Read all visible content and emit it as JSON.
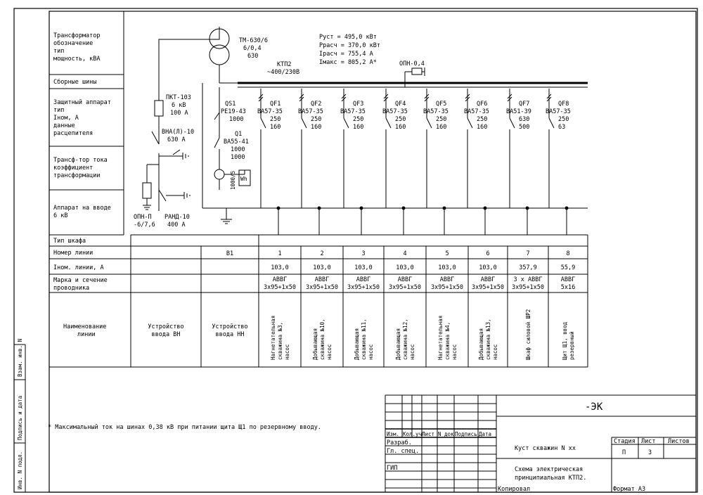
{
  "left_labels": {
    "transformer": [
      "Трансформатор",
      "обозначение",
      "тип",
      "мощность, кВА"
    ],
    "busbars": [
      "Сборные шины"
    ],
    "protection": [
      "Защитный аппарат",
      "тип",
      "Iном, А",
      "данные",
      "расцепителя"
    ],
    "ct": [
      "Трансф-тор тока",
      "коэффициент",
      "трансформации"
    ],
    "input_device": [
      "Аппарат на вводе",
      "6 кВ"
    ]
  },
  "hv_side": {
    "transformer": [
      "ТМ-630/6",
      "6/0,4",
      "630"
    ],
    "fuse": [
      "ПКТ-103",
      "6 кВ",
      "100 А"
    ],
    "switch": [
      "ВНА(Л)-10",
      "630 А"
    ],
    "arrester": [
      "ОПН-П",
      "-6/7,6"
    ],
    "disconnector": [
      "РАНД-10",
      "400 А"
    ]
  },
  "ktp": [
    "КТП2",
    "~400/230В"
  ],
  "power": [
    "Руст = 495,0 кВт",
    "Ррасч = 370,0 кВт",
    "Iрасч = 755,4 А",
    "Iмакс = 805,2 А*"
  ],
  "lv_arrester": "ОПН-0,4",
  "input_breakers": {
    "qs1": [
      "QS1",
      "РЕ19-43",
      "1000"
    ],
    "q1": [
      "Q1",
      "ВА55-41",
      "1000",
      "1000"
    ],
    "ct_ratio": "1000/5",
    "meter": "Wh"
  },
  "feeders": [
    {
      "name": "QF1",
      "type": "ВА57-35",
      "inom": "250",
      "release": "160"
    },
    {
      "name": "QF2",
      "type": "ВА57-35",
      "inom": "250",
      "release": "160"
    },
    {
      "name": "QF3",
      "type": "ВА57-35",
      "inom": "250",
      "release": "160"
    },
    {
      "name": "QF4",
      "type": "ВА57-35",
      "inom": "250",
      "release": "160"
    },
    {
      "name": "QF5",
      "type": "ВА57-35",
      "inom": "250",
      "release": "160"
    },
    {
      "name": "QF6",
      "type": "ВА57-35",
      "inom": "250",
      "release": "160"
    },
    {
      "name": "QF7",
      "type": "ВА51-39",
      "inom": "630",
      "release": "500"
    },
    {
      "name": "QF8",
      "type": "ВА57-35",
      "inom": "250",
      "release": "63"
    }
  ],
  "table": {
    "row_labels": [
      "Тип шкафа",
      "Номер линии",
      "Iном. линии, А",
      [
        "Марка и сечение",
        "проводника"
      ],
      [
        "Наименование",
        "линии"
      ]
    ],
    "columns": [
      {
        "number": "",
        "current": "",
        "cable": [],
        "name": [
          "Устройство",
          "ввода ВН"
        ],
        "vertical": false
      },
      {
        "number": "В1",
        "current": "",
        "cable": [],
        "name": [
          "Устройство",
          "ввода НН"
        ],
        "vertical": false
      },
      {
        "number": "1",
        "current": "103,0",
        "cable": [
          "АВВГ",
          "3х95+1х50"
        ],
        "name": [
          "Нагнетательная",
          "скважина №3,",
          "насос"
        ],
        "vertical": true
      },
      {
        "number": "2",
        "current": "103,0",
        "cable": [
          "АВВГ",
          "3х95+1х50"
        ],
        "name": [
          "Добывающая",
          "скважина №10,",
          "насос"
        ],
        "vertical": true
      },
      {
        "number": "3",
        "current": "103,0",
        "cable": [
          "АВВГ",
          "3х95+1х50"
        ],
        "name": [
          "Добывающая",
          "скважина №11,",
          "насос"
        ],
        "vertical": true
      },
      {
        "number": "4",
        "current": "103,0",
        "cable": [
          "АВВГ",
          "3х95+1х50"
        ],
        "name": [
          "Добывающая",
          "скважина №12,",
          "насос"
        ],
        "vertical": true
      },
      {
        "number": "5",
        "current": "103,0",
        "cable": [
          "АВВГ",
          "3х95+1х50"
        ],
        "name": [
          "Нагнетательная",
          "скважина №4,",
          "насос"
        ],
        "vertical": true
      },
      {
        "number": "6",
        "current": "103,0",
        "cable": [
          "АВВГ",
          "3х95+1х50"
        ],
        "name": [
          "Добывающая",
          "скважина №13,",
          "насос"
        ],
        "vertical": true
      },
      {
        "number": "7",
        "current": "357,9",
        "cable": [
          "3 х АВВГ",
          "3х95+1х50"
        ],
        "name": [
          "Шкаф силовой ШР2"
        ],
        "vertical": true
      },
      {
        "number": "8",
        "current": "55,9",
        "cable": [
          "АВВГ",
          "5х16"
        ],
        "name": [
          "Щит Щ1, ввод",
          "резервный"
        ],
        "vertical": true
      }
    ]
  },
  "footnote": "* Максимальный ток на шинах 0,38 кВ при питании щита Щ1 по резервному вводу.",
  "stamp": {
    "code": "-ЭК",
    "header_cells": [
      "Изм.",
      "Кол.уч",
      "Лист",
      "N док.",
      "Подпись",
      "Дата"
    ],
    "roles": [
      "Разраб.",
      "Гл. спец.",
      "",
      "ГИП"
    ],
    "project": "Куст скважин N xx",
    "sheet_title": [
      "Схема электрическая",
      "принципиальная КТП2."
    ],
    "stage_label": "Стадия",
    "sheet_label": "Лист",
    "sheets_label": "Листов",
    "stage": "П",
    "sheet": "3",
    "copied": "Копировал",
    "format": "Формат А3"
  },
  "side_stamp": [
    "Инв. N подл.",
    "Подпись и дата",
    "Взам. инв. N"
  ]
}
